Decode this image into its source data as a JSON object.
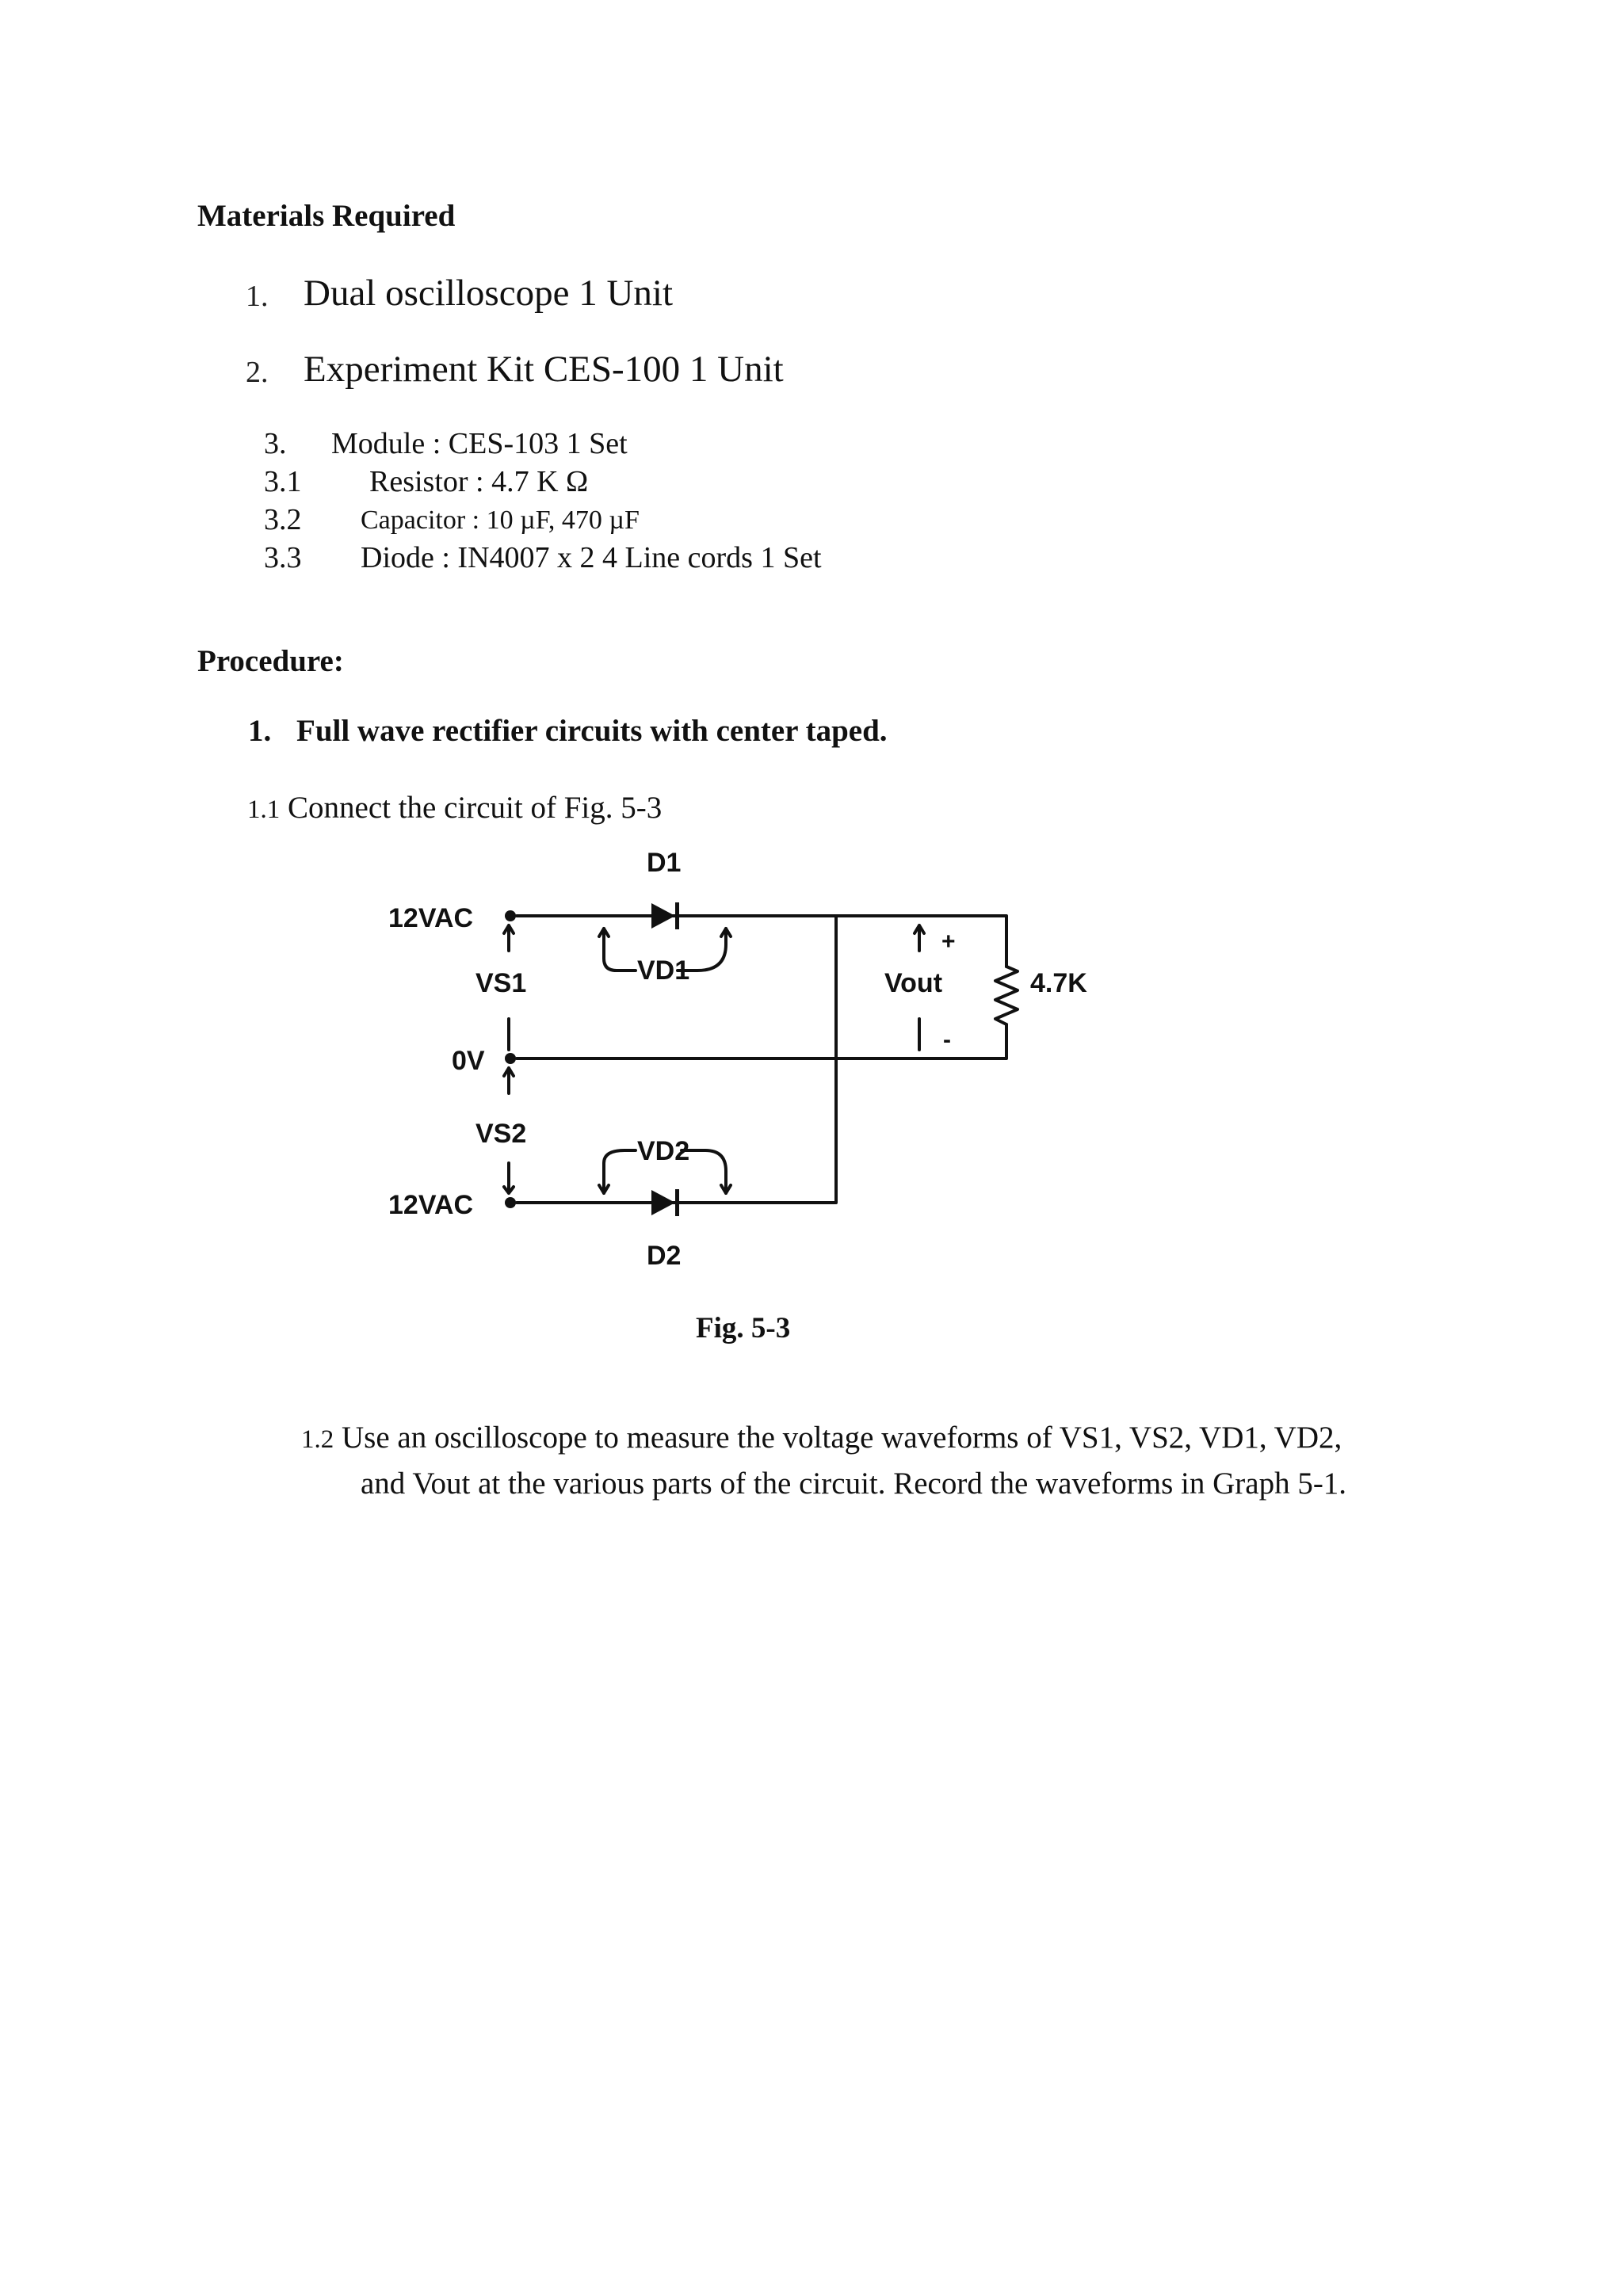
{
  "materials": {
    "heading": "Materials Required",
    "items": [
      {
        "num": "1.",
        "text": "Dual oscilloscope 1 Unit"
      },
      {
        "num": "2.",
        "text": "Experiment Kit CES-100 1 Unit"
      }
    ],
    "sub_items": [
      {
        "num": "3.",
        "text": "Module : CES-103 1 Set"
      },
      {
        "num": "3.1",
        "text": "Resistor : 4.7 K Ω"
      },
      {
        "num": "3.2",
        "text": "Capacitor : 10 µF, 470 µF"
      },
      {
        "num": "3.3",
        "text": "Diode : IN4007 x 2   4 Line cords 1 Set"
      }
    ]
  },
  "procedure": {
    "heading": "Procedure:",
    "item1_num": "1.",
    "item1_text": "Full wave rectifier circuits with center taped.",
    "step1_num": "1.1",
    "step1_text": " Connect the circuit of Fig. 5-3",
    "step2_num": "1.2",
    "step2_text_line1": " Use an oscilloscope to measure the voltage waveforms of VS1, VS2, VD1, VD2,",
    "step2_text_line2": "and Vout at the various parts of the circuit. Record the waveforms in Graph 5-1."
  },
  "figure": {
    "caption": "Fig. 5-3",
    "labels": {
      "d1": "D1",
      "d2": "D2",
      "vac_top": "12VAC",
      "vac_bottom": "12VAC",
      "vs1": "VS1",
      "vs2": "VS2",
      "zero_v": "0V",
      "vd1": "VD1",
      "vd2": "VD2",
      "vout": "Vout",
      "plus": "+",
      "minus": "-",
      "resistor": "4.7K"
    }
  }
}
